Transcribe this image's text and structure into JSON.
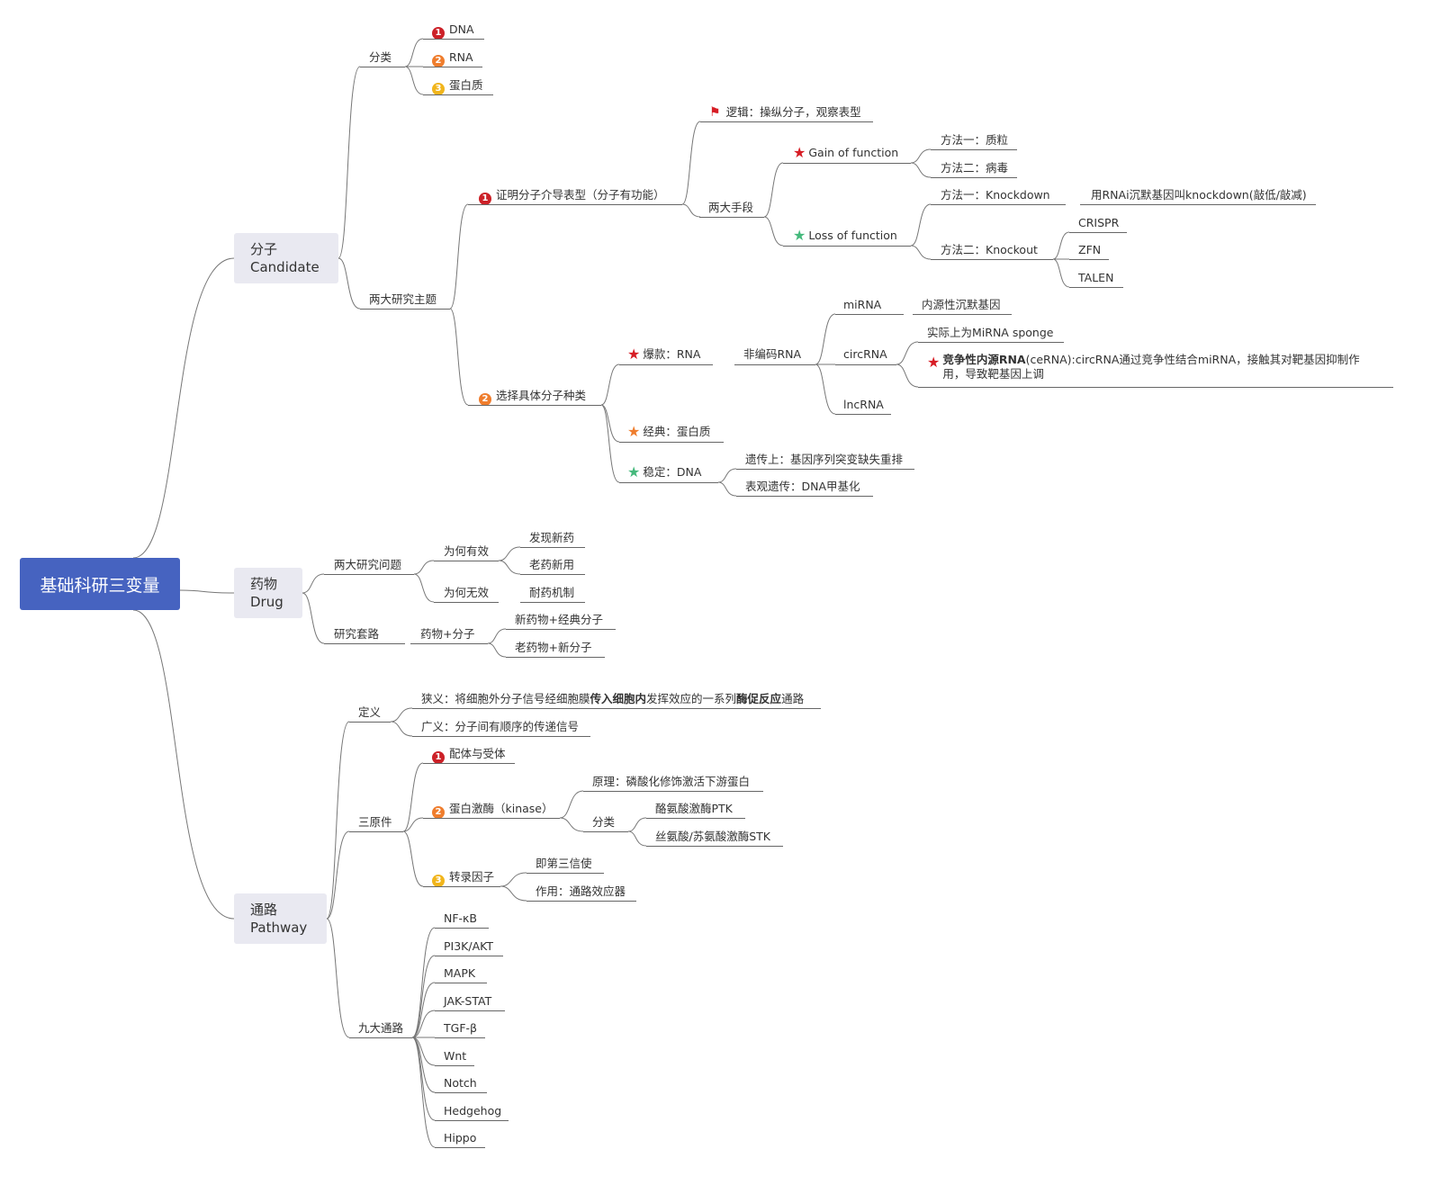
{
  "root": "基础科研三变量",
  "main_nodes": {
    "candidate": [
      "分子",
      "Candidate"
    ],
    "drug": [
      "药物",
      "Drug"
    ],
    "pathway": [
      "通路",
      "Pathway"
    ]
  },
  "candidate": {
    "classify": "分类",
    "dna": "DNA",
    "rna": "RNA",
    "protein": "蛋白质",
    "themes": "两大研究主题",
    "theme1": "证明分子介导表型（分子有功能）",
    "logic": "逻辑：操纵分子，观察表型",
    "two_means": "两大手段",
    "gain": "Gain of function",
    "gain_m1": "方法一：质粒",
    "gain_m2": "方法二：病毒",
    "loss": "Loss of function",
    "loss_m1": "方法一：Knockdown",
    "knockdown_note": "用RNAi沉默基因叫knockdown(敲低/敲减)",
    "loss_m2": "方法二：Knockout",
    "crispr": "CRISPR",
    "zfn": "ZFN",
    "talen": "TALEN",
    "theme2": "选择具体分子种类",
    "hot": "爆款：RNA",
    "noncoding": "非编码RNA",
    "mirna": "miRNA",
    "mirna_note": "内源性沉默基因",
    "circrna": "circRNA",
    "sponge": "实际上为MiRNA sponge",
    "cerna_bold": "竞争性内源RNA",
    "cerna_rest": "(ceRNA):circRNA通过竞争性结合miRNA，接触其对靶基因抑制作用，导致靶基因上调",
    "lncrna": "lncRNA",
    "classic": "经典：蛋白质",
    "stable": "稳定：DNA",
    "genetic": "遗传上：基因序列突变缺失重排",
    "epigenetic": "表观遗传：DNA甲基化"
  },
  "drug": {
    "questions": "两大研究问题",
    "why_effective": "为何有效",
    "new_drug": "发现新药",
    "old_new_use": "老药新用",
    "why_ineffective": "为何无效",
    "resistance": "耐药机制",
    "approach": "研究套路",
    "drug_molecule": "药物+分子",
    "new_classic": "新药物+经典分子",
    "old_new": "老药物+新分子"
  },
  "pathway": {
    "definition": "定义",
    "narrow_a": "狭义：将细胞外分子信号经细胞膜",
    "narrow_b": "传入细胞内",
    "narrow_c": "发挥效应的一系列",
    "narrow_d": "酶促反应",
    "narrow_e": "通路",
    "broad": "广义：分子间有顺序的传递信号",
    "three_elements": "三原件",
    "ligand": "配体与受体",
    "kinase": "蛋白激酶（kinase）",
    "principle": "原理：磷酸化修饰激活下游蛋白",
    "kinase_classify": "分类",
    "ptk": "酪氨酸激酶PTK",
    "stk": "丝氨酸/苏氨酸激酶STK",
    "tf": "转录因子",
    "third_messenger": "即第三信使",
    "effector": "作用：通路效应器",
    "nine": "九大通路",
    "pathways": [
      "NF-κB",
      "PI3K/AKT",
      "MAPK",
      "JAK-STAT",
      "TGF-β",
      "Wnt",
      "Notch",
      "Hedgehog",
      "Hippo"
    ]
  },
  "colors": {
    "root": "#4663c0",
    "main_bg": "#e9e9f1",
    "badge1": "#cc2128",
    "badge2": "#ef7d2d",
    "badge3": "#f1b51c",
    "star_red": "#d71d25",
    "star_green": "#45b97c"
  }
}
